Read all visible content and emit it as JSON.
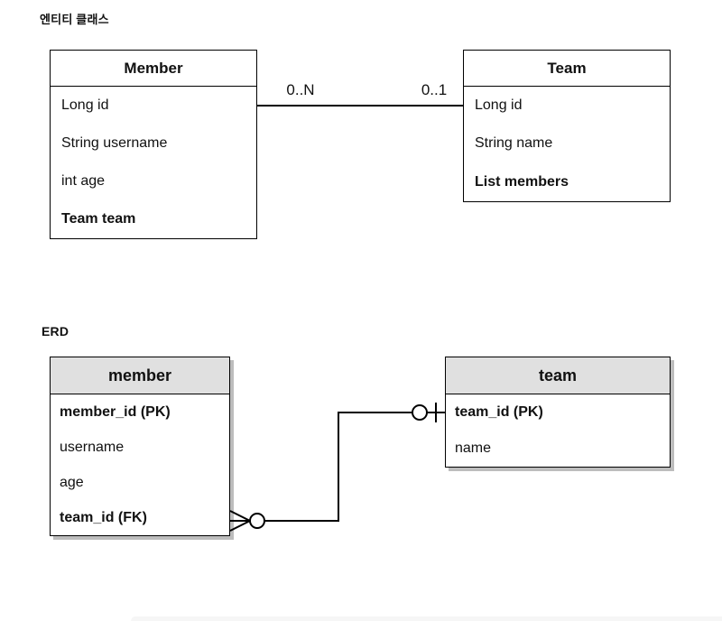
{
  "diagram": {
    "class_section": {
      "label": "엔티티 클래스",
      "boxes": [
        {
          "title": "Member",
          "fields": [
            {
              "text": "Long id",
              "bold": false
            },
            {
              "text": "String username",
              "bold": false
            },
            {
              "text": "int age",
              "bold": false
            },
            {
              "text": "Team team",
              "bold": true
            }
          ]
        },
        {
          "title": "Team",
          "fields": [
            {
              "text": "Long id",
              "bold": false
            },
            {
              "text": "String name",
              "bold": false
            },
            {
              "text": "List members",
              "bold": true
            }
          ]
        }
      ],
      "relation": {
        "left_cardinality": "0..N",
        "right_cardinality": "0..1"
      }
    },
    "erd_section": {
      "label": "ERD",
      "tables": [
        {
          "title": "member",
          "fields": [
            {
              "text": "member_id (PK)",
              "bold": true
            },
            {
              "text": "username",
              "bold": false
            },
            {
              "text": "age",
              "bold": false
            },
            {
              "text": "team_id (FK)",
              "bold": true
            }
          ]
        },
        {
          "title": "team",
          "fields": [
            {
              "text": "team_id (PK)",
              "bold": true
            },
            {
              "text": "name",
              "bold": false
            }
          ]
        }
      ],
      "relation": {
        "member_end_symbol": "zero-or-many (crow's foot + circle)",
        "team_end_symbol": "zero-or-one (circle + tick)"
      }
    },
    "colors": {
      "background": "#ffffff",
      "line": "#000000",
      "erd_header_bg": "#e0e0e0",
      "erd_shadow": "#bdbdbd"
    }
  }
}
